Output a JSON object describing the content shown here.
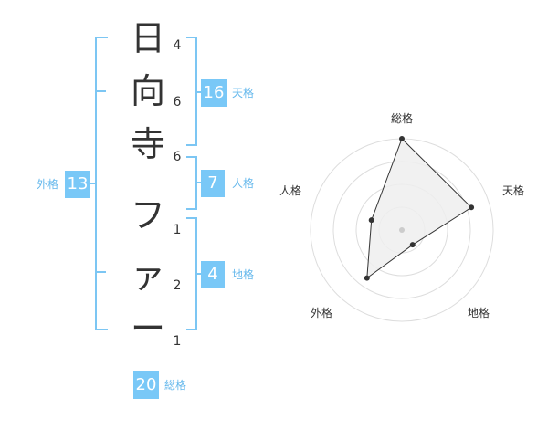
{
  "name": {
    "chars": [
      "日",
      "向",
      "寺",
      "フ",
      "ァ",
      "ー"
    ],
    "strokes": [
      "4",
      "6",
      "6",
      "1",
      "2",
      "1"
    ]
  },
  "kaku": {
    "tenkaku": {
      "value": "16",
      "label": "天格"
    },
    "jinkaku": {
      "value": "7",
      "label": "人格"
    },
    "chikaku": {
      "value": "4",
      "label": "地格"
    },
    "gaikaku": {
      "value": "13",
      "label": "外格"
    },
    "soukaku": {
      "value": "20",
      "label": "総格"
    }
  },
  "chart_data": {
    "type": "radar",
    "axes": [
      "総格",
      "天格",
      "地格",
      "外格",
      "人格"
    ],
    "values": [
      20,
      16,
      4,
      13,
      7
    ],
    "colors": {
      "fill": "#eeeeee",
      "line": "#333333",
      "grid": "#dddddd"
    }
  }
}
